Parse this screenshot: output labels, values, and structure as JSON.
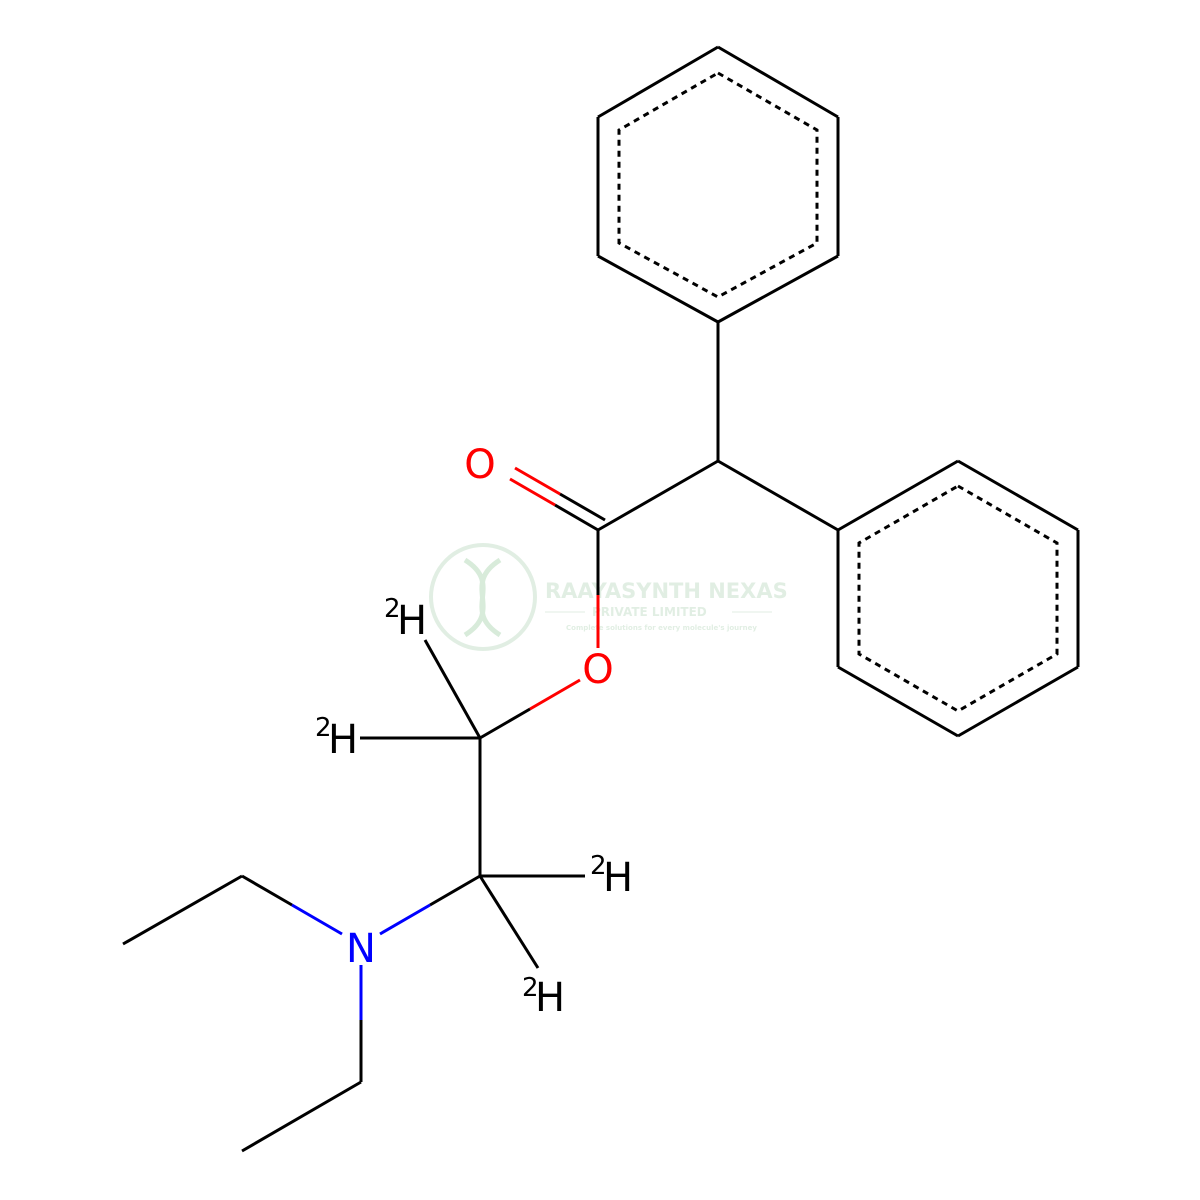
{
  "molecule": {
    "atoms": {
      "carbonyl_oxygen": "O",
      "ester_oxygen": "O",
      "nitrogen": "N",
      "deuterium_1": {
        "isotope": "2",
        "symbol": "H"
      },
      "deuterium_2": {
        "isotope": "2",
        "symbol": "H"
      },
      "deuterium_3": {
        "isotope": "2",
        "symbol": "H"
      },
      "deuterium_4": {
        "isotope": "2",
        "symbol": "H"
      }
    },
    "colors": {
      "bond": "#000000",
      "oxygen": "#ff0000",
      "nitrogen": "#0000ff"
    }
  },
  "watermark": {
    "company": "RAAYASYNTH NEXAS",
    "subtitle": "PRIVATE LIMITED",
    "tagline": "Complete solutions for every molecule's journey",
    "color": "#9dc9a4"
  }
}
